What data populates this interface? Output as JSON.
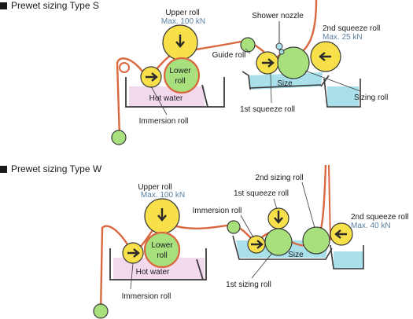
{
  "diagram_s": {
    "title": "Prewet sizing Type S",
    "upper_roll": "Upper roll",
    "upper_roll_max": "Max. 100 kN",
    "lower_roll": [
      "Lower",
      "roll"
    ],
    "hot_water": "Hot water",
    "immersion_roll": "Immersion roll",
    "guide_roll": "Guide roll",
    "shower_nozzle": "Shower nozzle",
    "second_squeeze_roll": "2nd squeeze roll",
    "second_squeeze_max": "Max. 25 kN",
    "size": "Size",
    "sizing_roll": "Sizing roll",
    "first_squeeze_roll": "1st squeeze roll"
  },
  "diagram_w": {
    "title": "Prewet sizing Type W",
    "upper_roll": "Upper roll",
    "upper_roll_max": "Max. 100 kN",
    "lower_roll": [
      "Lower",
      "roll"
    ],
    "hot_water": "Hot water",
    "immersion_roll_bottom": "Immersion roll",
    "immersion_roll_top": "Immersion roll",
    "first_squeeze_roll": "1st squeeze roll",
    "second_sizing_roll": "2nd sizing roll",
    "second_squeeze_roll": "2nd squeeze roll",
    "second_squeeze_max": "Max. 40 kN",
    "size": "Size",
    "first_sizing_roll": "1st sizing roll"
  },
  "colors": {
    "yellow_roll": "#f7e04a",
    "green_roll": "#a8e07e",
    "yarn": "#d9683e",
    "hot_water": "#f3d9ec",
    "size_bath": "#a9e0ea",
    "outline": "#3a3a3a",
    "max_text": "#5a7fa0"
  }
}
